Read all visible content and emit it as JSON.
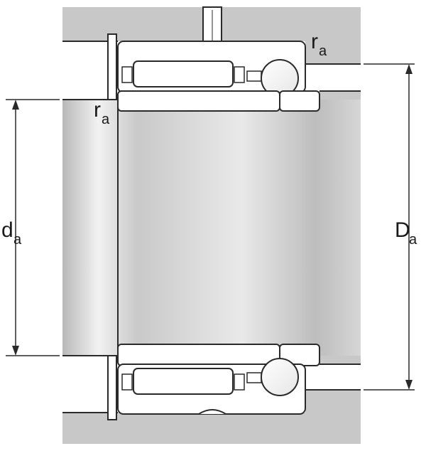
{
  "labels": {
    "bore_diameter": {
      "main": "d",
      "sub": "a"
    },
    "outer_diameter": {
      "main": "D",
      "sub": "a"
    },
    "fillet_radius_top": {
      "main": "r",
      "sub": "a"
    },
    "fillet_radius_left": {
      "main": "r",
      "sub": "a"
    }
  },
  "colors": {
    "housing": "#c8c8c8",
    "shaft_light": "#f4f4f4",
    "shaft_dark": "#a9a9a9",
    "outline": "#2a2a2a",
    "component": "#ffffff"
  }
}
